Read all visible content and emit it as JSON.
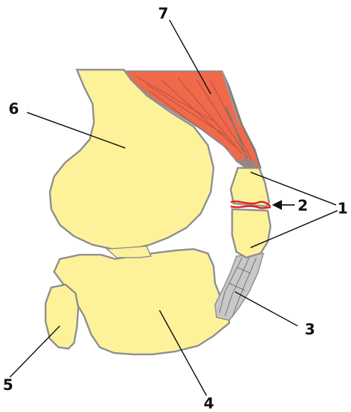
{
  "diagram": {
    "labels": {
      "l1": "1",
      "l2": "2",
      "l3": "3",
      "l4": "4",
      "l5": "5",
      "l6": "6",
      "l7": "7"
    },
    "colors": {
      "bone_fill": "#fdf29a",
      "bone_outline": "#8f8f8f",
      "muscle": "#f0694a",
      "fracture": "#e02020",
      "ligament": "#9a9a9a",
      "leader_line": "#111111"
    }
  }
}
